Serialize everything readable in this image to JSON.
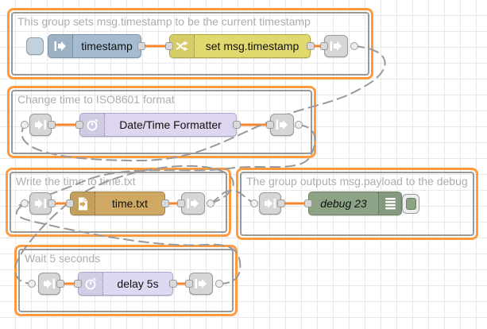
{
  "groups": [
    {
      "label": "This group sets msg.timestamp to be the current timestamp"
    },
    {
      "label": "Change time to ISO8601 format"
    },
    {
      "label": "Write the time to time.txt"
    },
    {
      "label": "The group outputs msg.payload to the debug"
    },
    {
      "label": "Wait 5 seconds"
    }
  ],
  "nodes": {
    "inject": {
      "label": "timestamp",
      "color": "#a6bbcf"
    },
    "change": {
      "label": "set msg.timestamp",
      "color": "#e2d96e"
    },
    "formatter": {
      "label": "Date/Time Formatter",
      "color": "#ddd6ee"
    },
    "file": {
      "label": "time.txt",
      "color": "#cfa964"
    },
    "debug": {
      "label": "debug 23",
      "color": "#8ca385"
    },
    "delay": {
      "label": "delay 5s",
      "color": "#ded9f2"
    }
  },
  "colors": {
    "wire_orange": "#f7862d",
    "link_wire_gray": "#999999",
    "group_selected_halo": "#ff9a40",
    "group_border": "#999999",
    "grid_line": "#e9e9e9",
    "port_fill": "#d9d9d9"
  }
}
